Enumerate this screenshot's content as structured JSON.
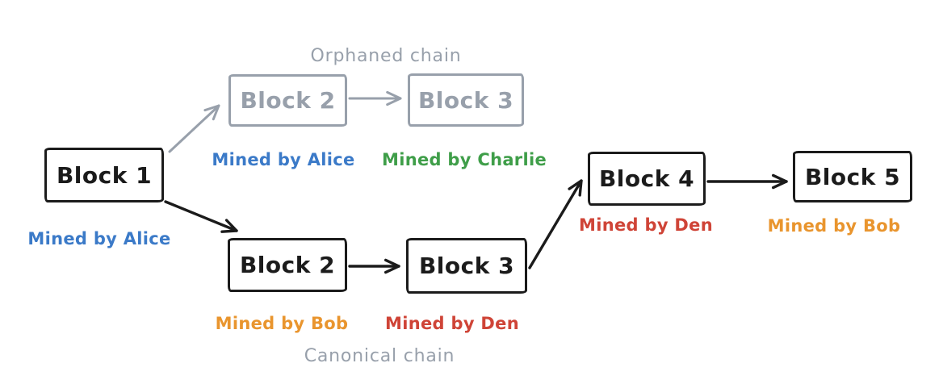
{
  "labels": {
    "orphaned_chain": "Orphaned chain",
    "canonical_chain": "Canonical chain"
  },
  "blocks": {
    "block1": {
      "label": "Block 1",
      "miner": "Mined by Alice",
      "miner_color": "blue"
    },
    "orphan_block2": {
      "label": "Block 2",
      "miner": "Mined by Alice",
      "miner_color": "blue"
    },
    "orphan_block3": {
      "label": "Block 3",
      "miner": "Mined by Charlie",
      "miner_color": "green"
    },
    "canon_block2": {
      "label": "Block 2",
      "miner": "Mined by Bob",
      "miner_color": "orange"
    },
    "canon_block3": {
      "label": "Block 3",
      "miner": "Mined by Den",
      "miner_color": "red"
    },
    "block4": {
      "label": "Block 4",
      "miner": "Mined by Den",
      "miner_color": "red"
    },
    "block5": {
      "label": "Block 5",
      "miner": "Mined by Bob",
      "miner_color": "orange"
    }
  },
  "colors": {
    "blue": "#3b7ac8",
    "green": "#3f9e49",
    "orange": "#e9952e",
    "red": "#cf4437",
    "gray": "#98a0ab",
    "ink": "#1b1b1b"
  }
}
